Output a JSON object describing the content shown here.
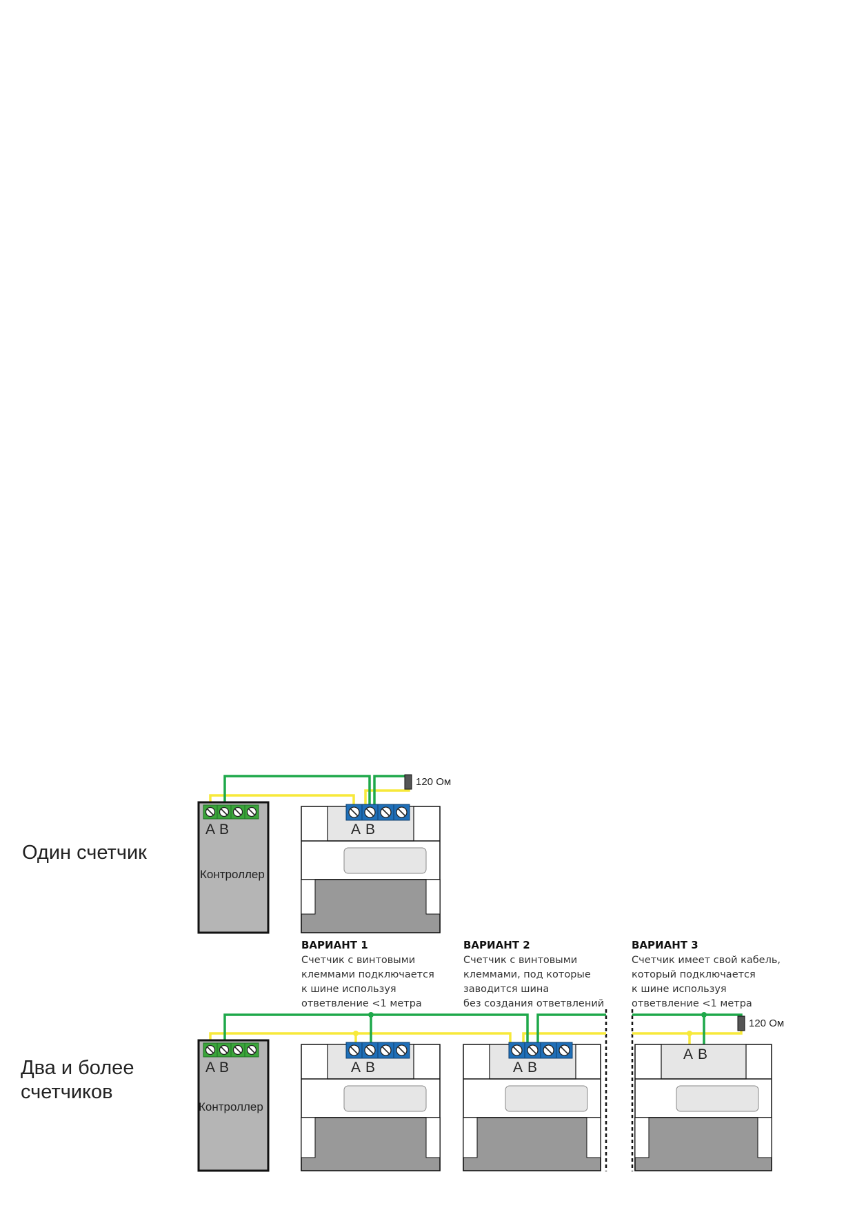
{
  "sections": {
    "single": "Один счетчик",
    "multi_line1": "Два и более",
    "multi_line2": "счетчиков"
  },
  "controller_label": "Контроллер",
  "terminal_a": "A",
  "terminal_b": "B",
  "resistor_label": "120 Ом",
  "variants": [
    {
      "title": "ВАРИАНТ 1",
      "lines": [
        "Счетчик с винтовыми",
        "клеммами подключается",
        "к шине используя",
        "ответвление <1 метра"
      ]
    },
    {
      "title": "ВАРИАНТ 2",
      "lines": [
        "Счетчик с винтовыми",
        "клеммами, под которые",
        "заводится шина",
        "без создания ответвлений"
      ]
    },
    {
      "title": "ВАРИАНТ 3",
      "lines": [
        "Счетчик имеет свой кабель,",
        "который подключается",
        "к шине используя",
        "ответвление <1 метра"
      ]
    }
  ],
  "colors": {
    "wire_a": "#f7e93a",
    "wire_b": "#1ea84a",
    "controller_terminals": "#3aa53a",
    "meter_terminals": "#1f6fb8",
    "controller_body": "#b5b5b5",
    "meter_lower": "#999999"
  }
}
